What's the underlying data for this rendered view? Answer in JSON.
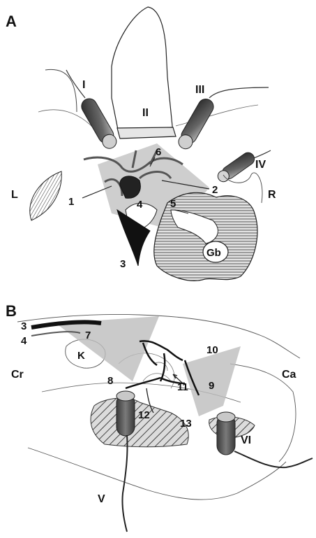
{
  "panels": {
    "a": {
      "label": "A",
      "nerves": [
        "I",
        "II",
        "III",
        "IV"
      ],
      "sides": {
        "left": "L",
        "right": "R"
      },
      "numbers": [
        "1",
        "2",
        "3",
        "4",
        "5",
        "6"
      ],
      "gland": "Gb"
    },
    "b": {
      "label": "B",
      "numbers": [
        "3",
        "4",
        "7",
        "8",
        "9",
        "10",
        "11",
        "12",
        "13"
      ],
      "structure": "K",
      "directions": {
        "cranial": "Cr",
        "caudal": "Ca"
      },
      "nerves": [
        "V",
        "VI"
      ]
    }
  },
  "colors": {
    "line": "#222222",
    "overlay": "#bdbdbd",
    "nerve_dark": "#3a3a3a",
    "nerve_mid": "#8a8a8a",
    "nerve_end": "#c8c8c8",
    "hatch_fill": "#d8d8d8"
  }
}
